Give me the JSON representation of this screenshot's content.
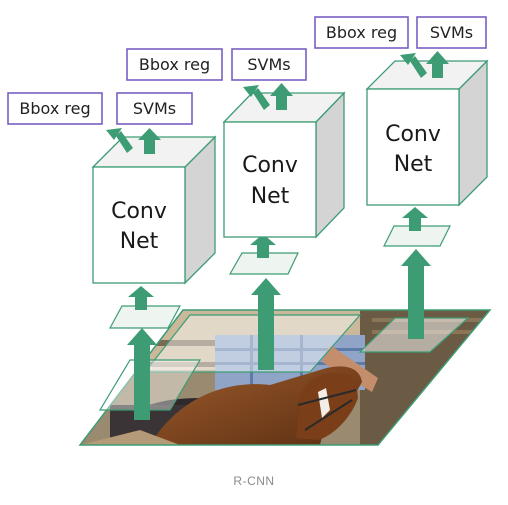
{
  "colors": {
    "accent_green": "#3d9c74",
    "box_border": "#7a5ec2",
    "cube_edge": "#3d9c74",
    "cube_side": "#cfcfcf",
    "patch_fill": "#eef4f0"
  },
  "columns": [
    {
      "bbox_label": "Bbox reg",
      "svm_label": "SVMs",
      "net_line1": "Conv",
      "net_line2": "Net"
    },
    {
      "bbox_label": "Bbox reg",
      "svm_label": "SVMs",
      "net_line1": "Conv",
      "net_line2": "Net"
    },
    {
      "bbox_label": "Bbox reg",
      "svm_label": "SVMs",
      "net_line1": "Conv",
      "net_line2": "Net"
    }
  ],
  "input_image": {
    "icon": "photo-horse-rider-icon"
  },
  "caption": "R-CNN"
}
